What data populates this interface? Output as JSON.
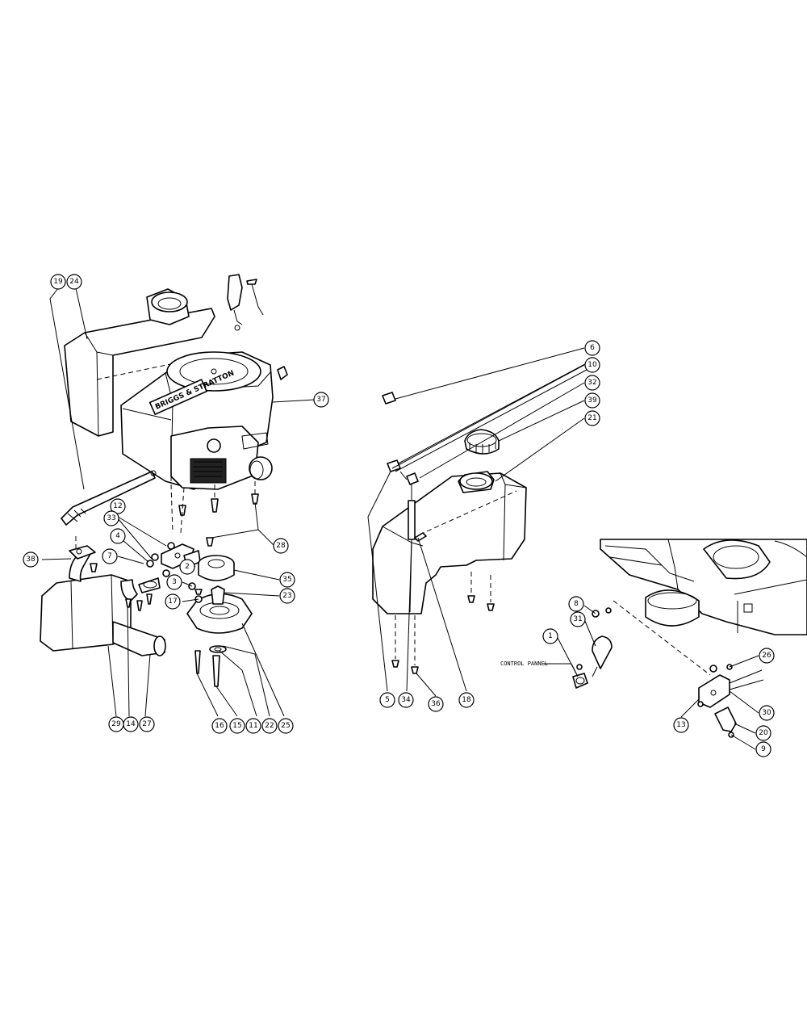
{
  "engine_brand": "BRIGGS & STRATTON",
  "control_panel_label": "CONTROL PANNEL",
  "callouts": [
    {
      "id": "c-19a",
      "label": "19"
    },
    {
      "id": "c-24",
      "label": "24"
    },
    {
      "id": "c-37",
      "label": "37"
    },
    {
      "id": "c-12",
      "label": "12"
    },
    {
      "id": "c-33",
      "label": "33"
    },
    {
      "id": "c-4",
      "label": "4"
    },
    {
      "id": "c-7",
      "label": "7"
    },
    {
      "id": "c-38",
      "label": "38"
    },
    {
      "id": "c-28",
      "label": "28"
    },
    {
      "id": "c-2",
      "label": "2"
    },
    {
      "id": "c-35",
      "label": "35"
    },
    {
      "id": "c-3",
      "label": "3"
    },
    {
      "id": "c-23",
      "label": "23"
    },
    {
      "id": "c-17",
      "label": "17"
    },
    {
      "id": "c-29",
      "label": "29"
    },
    {
      "id": "c-14",
      "label": "14"
    },
    {
      "id": "c-27",
      "label": "27"
    },
    {
      "id": "c-16",
      "label": "16"
    },
    {
      "id": "c-15",
      "label": "15"
    },
    {
      "id": "c-11",
      "label": "11"
    },
    {
      "id": "c-22",
      "label": "22"
    },
    {
      "id": "c-25",
      "label": "25"
    },
    {
      "id": "c-6",
      "label": "6"
    },
    {
      "id": "c-10",
      "label": "10"
    },
    {
      "id": "c-32",
      "label": "32"
    },
    {
      "id": "c-39",
      "label": "39"
    },
    {
      "id": "c-21",
      "label": "21"
    },
    {
      "id": "c-5",
      "label": "5"
    },
    {
      "id": "c-34",
      "label": "34"
    },
    {
      "id": "c-36",
      "label": "36"
    },
    {
      "id": "c-18",
      "label": "18"
    },
    {
      "id": "c-8",
      "label": "8"
    },
    {
      "id": "c-31",
      "label": "31"
    },
    {
      "id": "c-1",
      "label": "1"
    },
    {
      "id": "c-26",
      "label": "26"
    },
    {
      "id": "c-30",
      "label": "30"
    },
    {
      "id": "c-13",
      "label": "13"
    },
    {
      "id": "c-20",
      "label": "20"
    },
    {
      "id": "c-9",
      "label": "9"
    }
  ]
}
